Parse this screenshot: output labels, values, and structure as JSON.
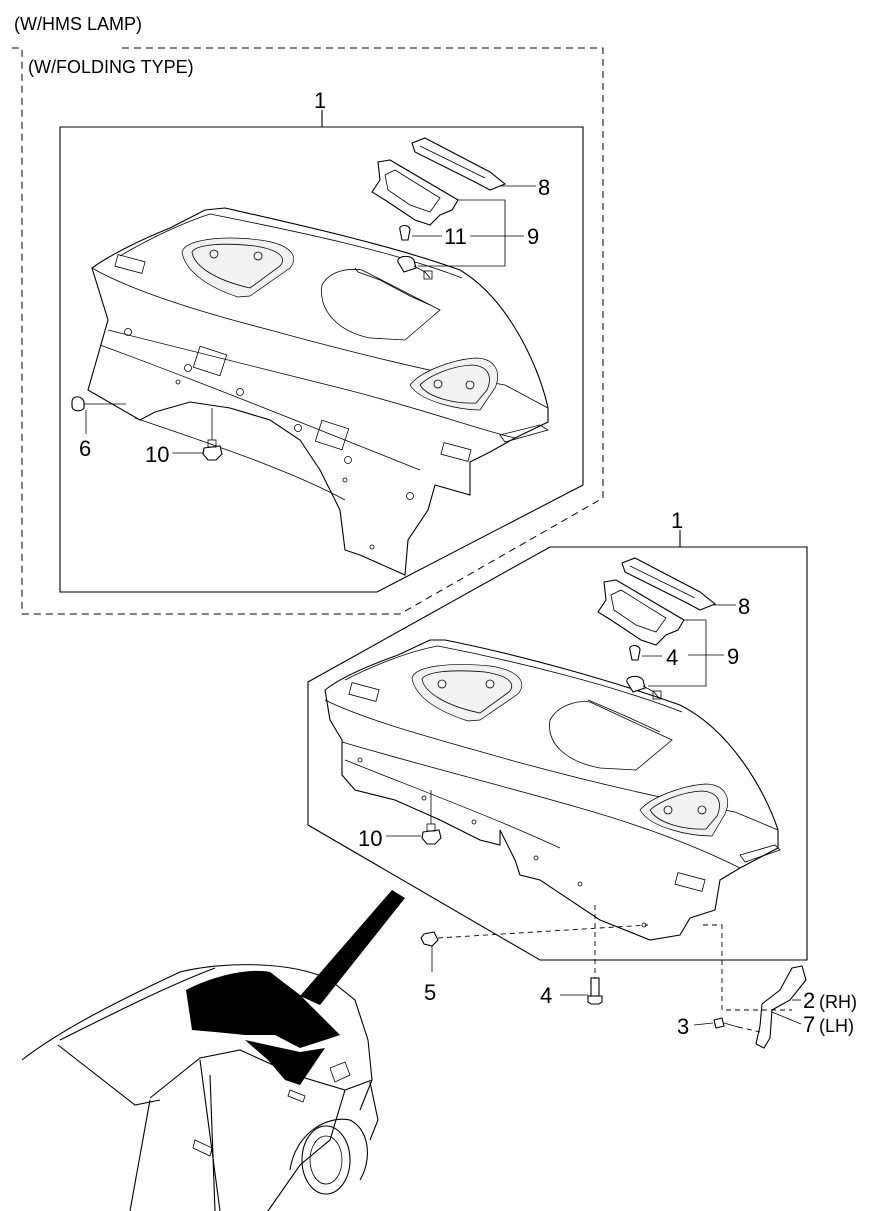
{
  "headers": {
    "hms_lamp": "(W/HMS LAMP)",
    "folding_type": "(W/FOLDING TYPE)"
  },
  "callouts": {
    "c1_top": "1",
    "c8_top": "8",
    "c11_top": "11",
    "c9_top": "9",
    "c6": "6",
    "c10_top": "10",
    "c1_bottom": "1",
    "c8_bottom": "8",
    "c4_upper": "4",
    "c9_bottom": "9",
    "c10_bottom": "10",
    "c5": "5",
    "c4_lower": "4",
    "c2": "2",
    "c2_side": "(RH)",
    "c3": "3",
    "c7": "7",
    "c7_side": "(LH)"
  }
}
